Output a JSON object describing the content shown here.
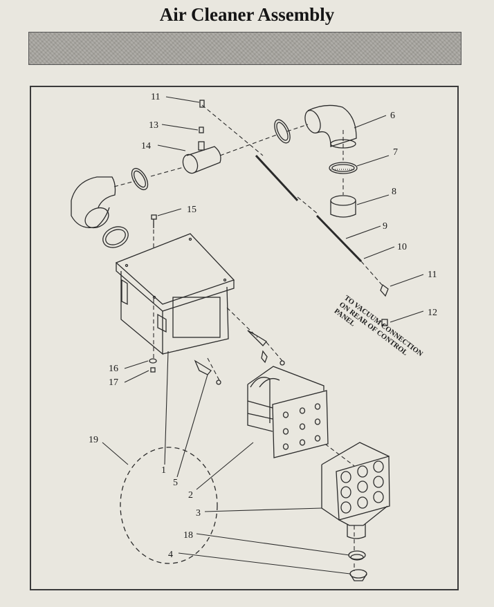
{
  "title": "Air Cleaner Assembly",
  "note_lines": [
    "TO VACUUM CONNECTION",
    "ON REAR OF CONTROL",
    "PANEL"
  ],
  "callouts": [
    "11",
    "13",
    "14",
    "6",
    "7",
    "8",
    "15",
    "9",
    "10",
    "11",
    "12",
    "16",
    "17",
    "19",
    "1",
    "5",
    "2",
    "3",
    "18",
    "4"
  ]
}
